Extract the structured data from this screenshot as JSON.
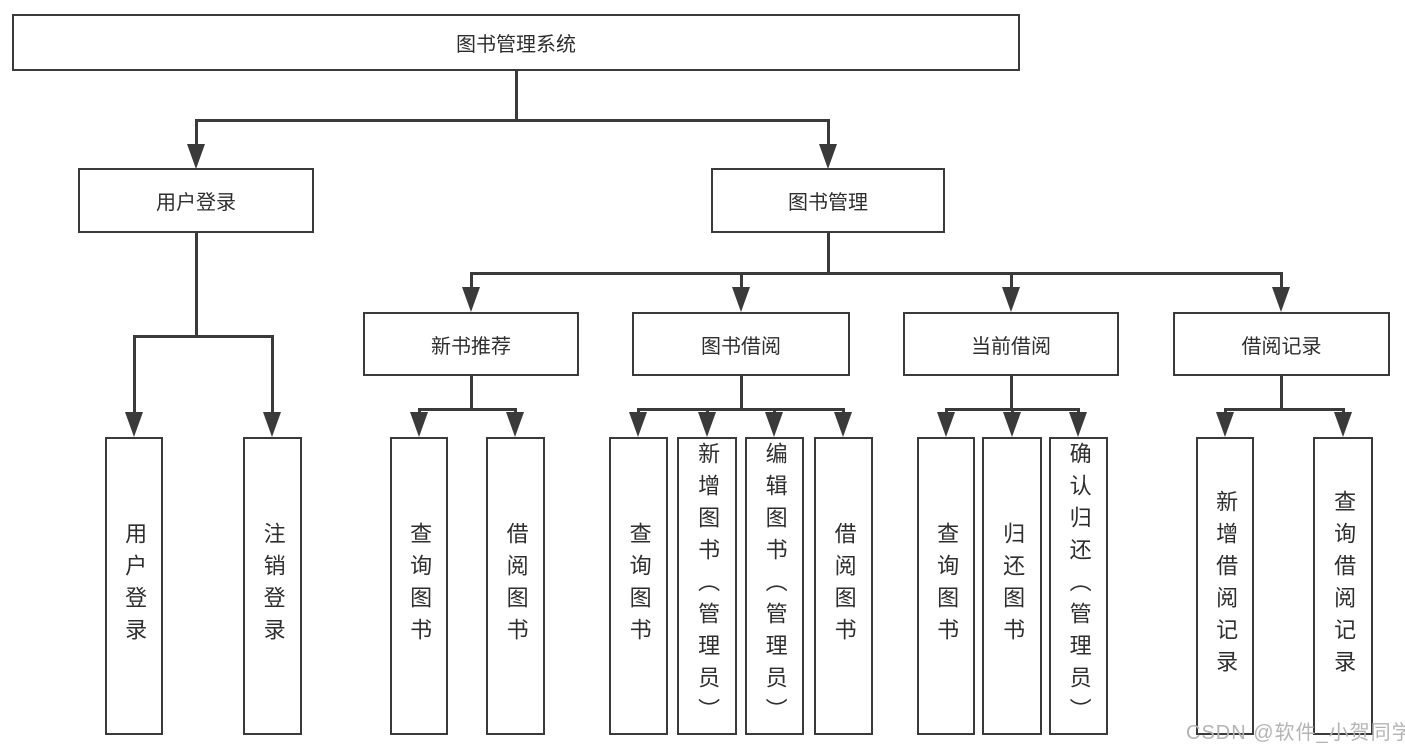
{
  "diagram": {
    "root": {
      "label": "图书管理系统"
    },
    "level2": {
      "user_login": {
        "label": "用户登录"
      },
      "book_mgmt": {
        "label": "图书管理"
      }
    },
    "level3": {
      "new_books": {
        "label": "新书推荐"
      },
      "borrow": {
        "label": "图书借阅"
      },
      "current": {
        "label": "当前借阅"
      },
      "records": {
        "label": "借阅记录"
      }
    },
    "leaves": {
      "user_login": [
        "用户登录",
        "注销登录"
      ],
      "new_books": [
        "查询图书",
        "借阅图书"
      ],
      "borrow": [
        "查询图书",
        "新增图书（管理员）",
        "编辑图书（管理员）",
        "借阅图书"
      ],
      "current": [
        "查询图书",
        "归还图书",
        "确认归还（管理员）"
      ],
      "records": [
        "新增借阅记录",
        "查询借阅记录"
      ]
    }
  },
  "watermark": {
    "text": "CSDN @软件_小贺同学"
  },
  "colors": {
    "line": "#3a3a3a",
    "text": "#2e2e2e",
    "watermark": "#b4b4b4",
    "background": "#ffffff"
  }
}
